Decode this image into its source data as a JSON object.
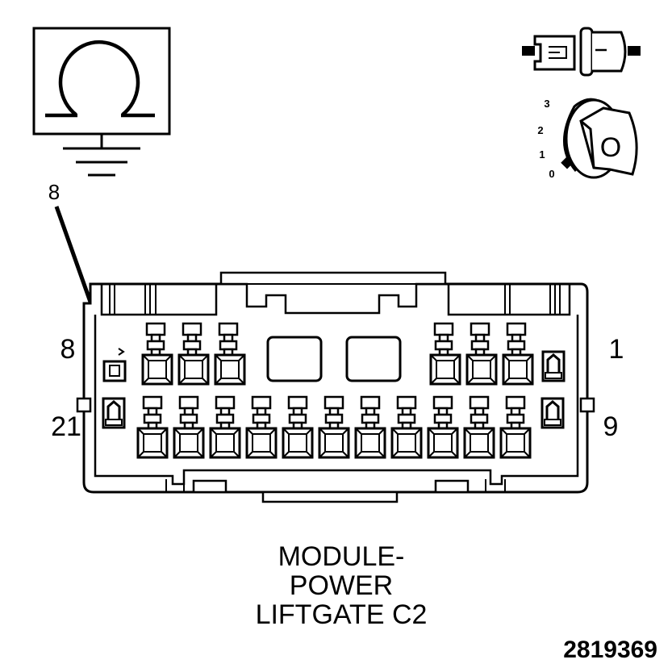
{
  "ground_symbol": {
    "icon": "ohm-ground-icon"
  },
  "callout": {
    "label": "8"
  },
  "pin_labels": {
    "top_left": "8",
    "top_right": "1",
    "bottom_left": "21",
    "bottom_right": "9"
  },
  "ignition": {
    "positions": [
      "3",
      "2",
      "1",
      "0"
    ],
    "key_label": "O",
    "icon": "ignition-key-icon"
  },
  "connector_icon": "connector-plug-icon",
  "caption": {
    "line1": "MODULE-",
    "line2": "POWER",
    "line3": "LIFTGATE C2"
  },
  "figure_number": "2819369"
}
